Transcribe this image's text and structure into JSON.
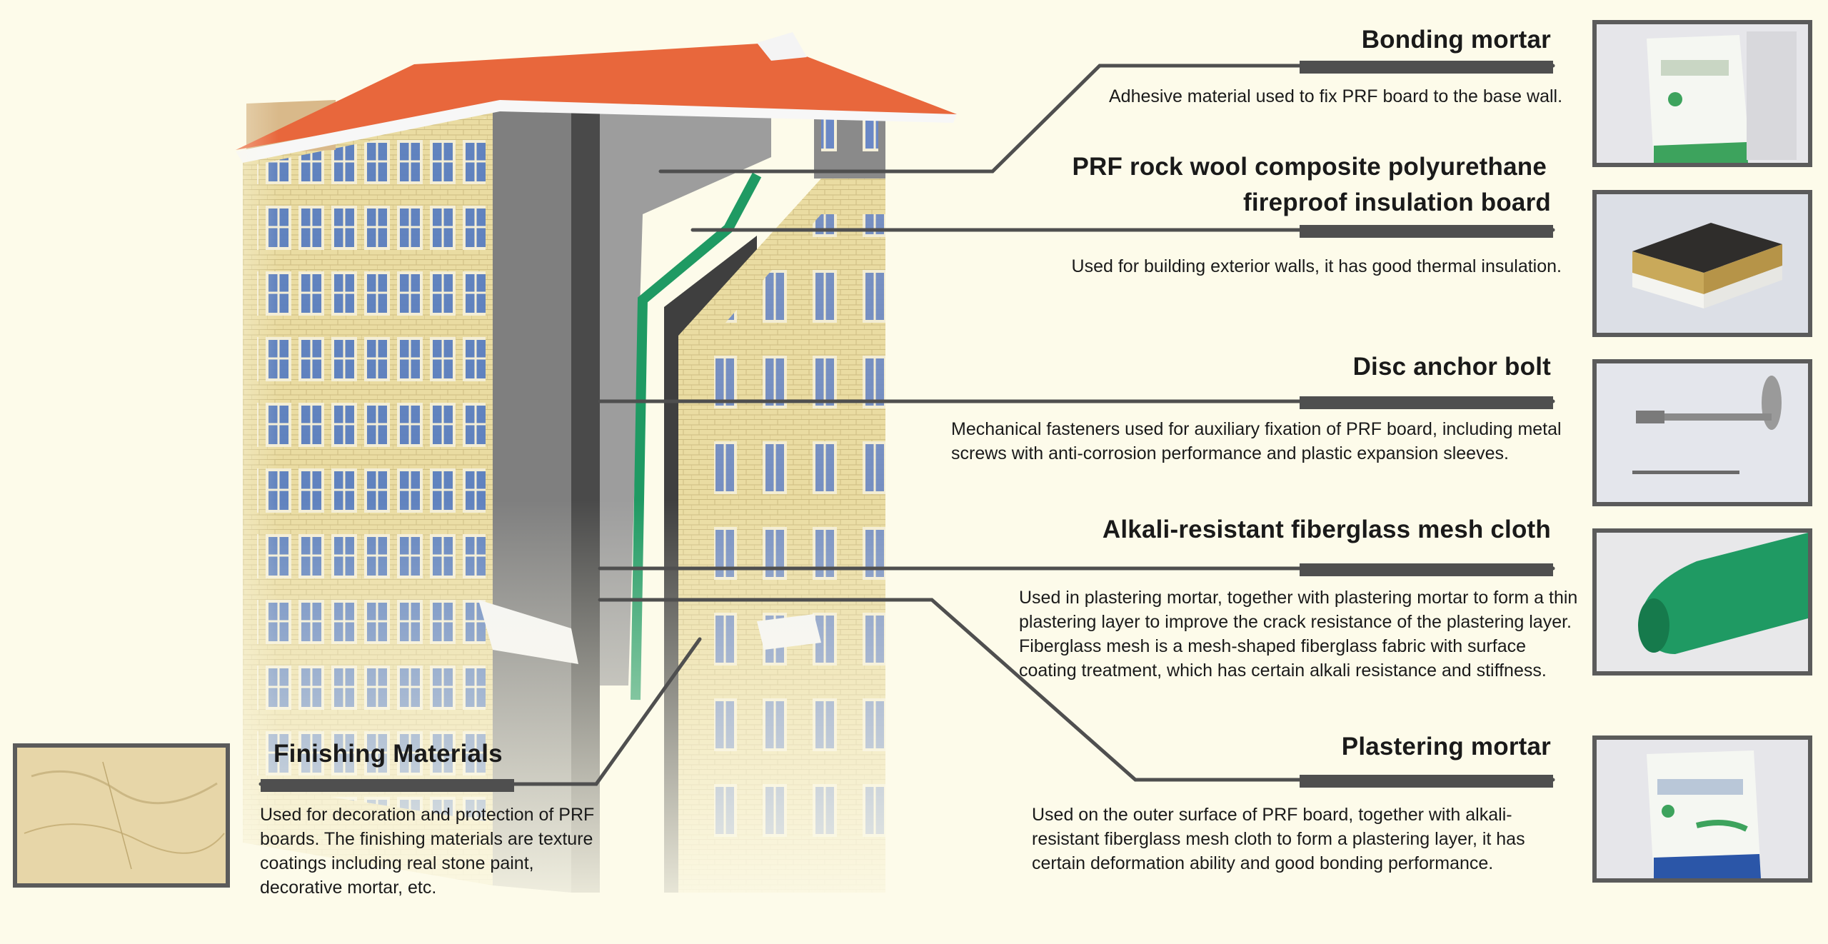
{
  "colors": {
    "background": "#fdfbea",
    "leader_line": "#4f4f4f",
    "roof": "#e8673c",
    "facade": "#efe2a8",
    "insulation_board": "#8c8c8c",
    "mesh_green": "#1f9a63",
    "window_blue": "#4a6fb4"
  },
  "components": [
    {
      "id": "bonding-mortar",
      "title": "Bonding mortar",
      "description": "Adhesive material used to fix PRF board to the base wall.",
      "thumbnail_icon": "mortar-bag-icon"
    },
    {
      "id": "insulation-board",
      "title_line1": "PRF rock wool composite polyurethane",
      "title_line2": "fireproof insulation board",
      "description": "Used for building exterior walls, it has good thermal insulation.",
      "thumbnail_icon": "insulation-board-icon"
    },
    {
      "id": "anchor-bolt",
      "title": "Disc anchor bolt",
      "description": "Mechanical fasteners used for auxiliary fixation of PRF board, including metal screws with anti-corrosion performance and plastic expansion sleeves.",
      "thumbnail_icon": "anchor-bolt-icon"
    },
    {
      "id": "fiberglass-mesh",
      "title": "Alkali-resistant fiberglass mesh cloth",
      "description": "Used in plastering mortar, together with plastering mortar to form a thin plastering layer to improve the crack resistance of the plastering layer. Fiberglass mesh is a mesh-shaped fiberglass fabric with surface coating treatment, which has certain alkali resistance and stiffness.",
      "thumbnail_icon": "mesh-roll-icon"
    },
    {
      "id": "plastering-mortar",
      "title": "Plastering mortar",
      "description": "Used on the outer surface of PRF board, together with alkali-resistant fiberglass mesh cloth to form a plastering layer, it has certain deformation ability and good bonding performance.",
      "thumbnail_icon": "mortar-bag-icon"
    },
    {
      "id": "finishing-materials",
      "title": "Finishing Materials",
      "description": "Used for decoration and protection of PRF boards. The finishing materials are texture coatings including real stone paint, decorative mortar, etc.",
      "thumbnail_icon": "stone-texture-icon"
    }
  ]
}
